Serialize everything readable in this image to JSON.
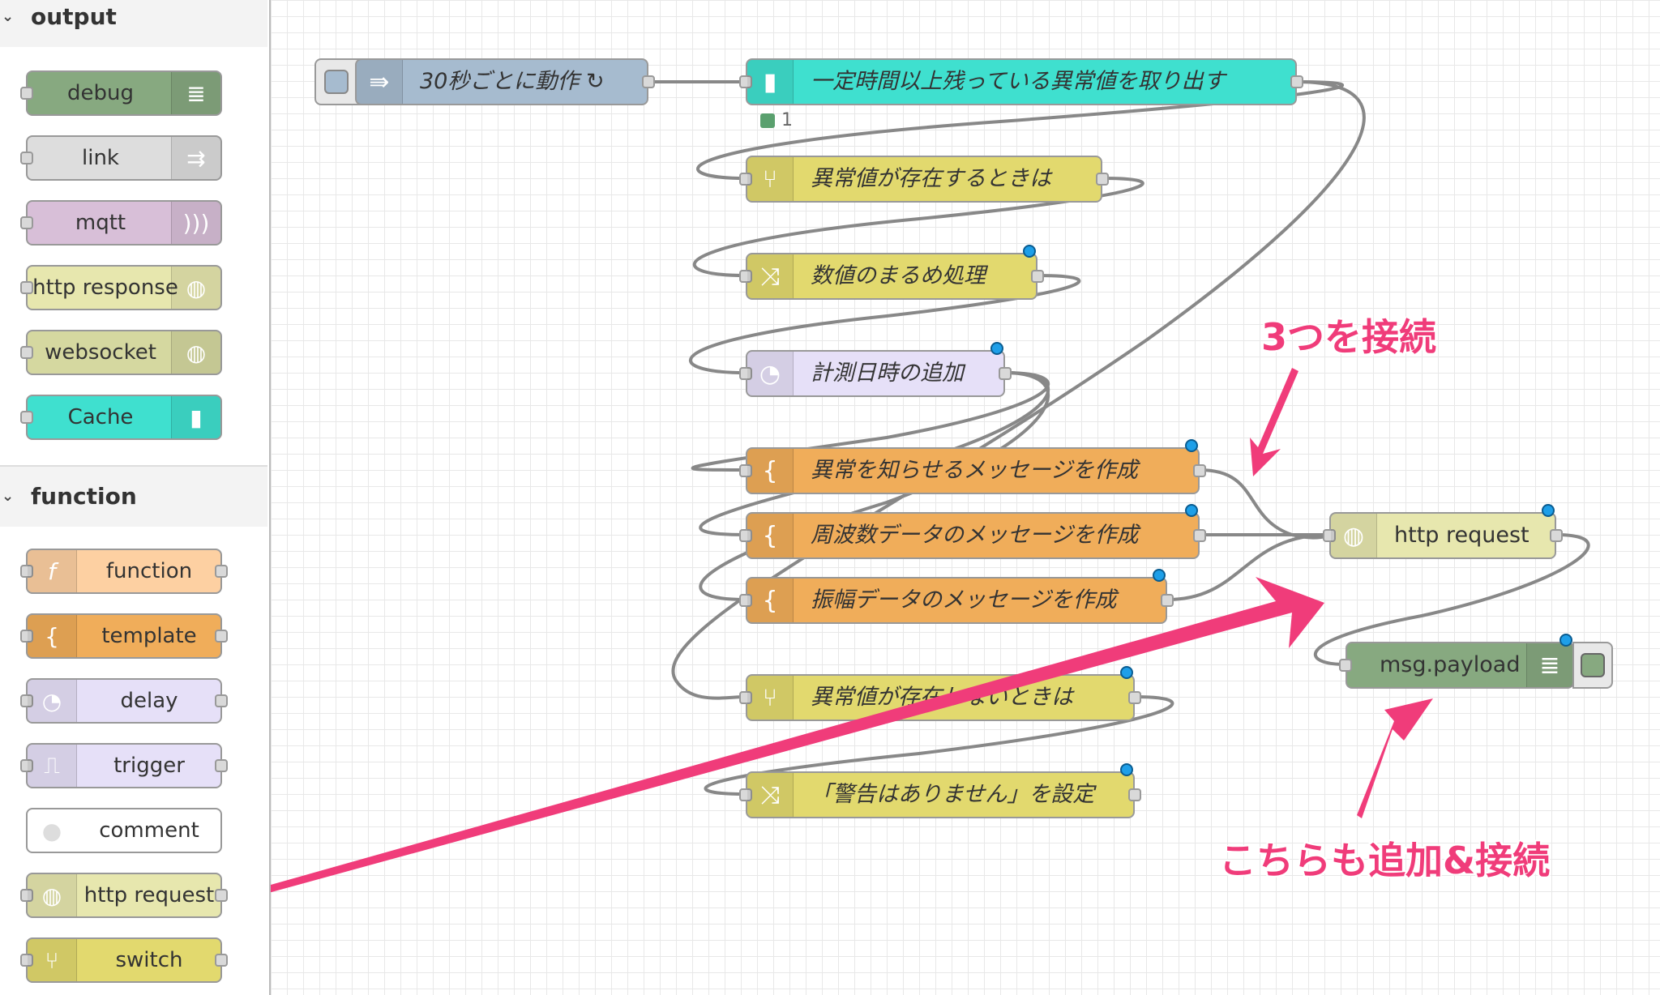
{
  "palette": {
    "output": {
      "title": "output",
      "nodes": [
        {
          "label": "debug",
          "color": "#87a980"
        },
        {
          "label": "link",
          "color": "#dddddd"
        },
        {
          "label": "mqtt",
          "color": "#d8bfd8"
        },
        {
          "label": "http response",
          "color": "#e7e7ae"
        },
        {
          "label": "websocket",
          "color": "#d5d8a0"
        },
        {
          "label": "Cache",
          "color": "#3fe0cf"
        }
      ]
    },
    "function": {
      "title": "function",
      "nodes": [
        {
          "label": "function",
          "color": "#fdd0a2"
        },
        {
          "label": "template",
          "color": "#f0ad5a"
        },
        {
          "label": "delay",
          "color": "#e6e0f8"
        },
        {
          "label": "trigger",
          "color": "#e6e0f8"
        },
        {
          "label": "comment",
          "color": "#ffffff"
        },
        {
          "label": "http request",
          "color": "#e7e7ae"
        },
        {
          "label": "switch",
          "color": "#e2d96e"
        }
      ]
    }
  },
  "flow": {
    "inject": "30秒ごとに動作 ↻",
    "cache": "一定時間以上残っている異常値を取り出す",
    "cache_count": "1",
    "switch1": "異常値が存在するときは",
    "change1": "数値のまるめ処理",
    "delay1": "計測日時の追加",
    "template1": "異常を知らせるメッセージを作成",
    "template2": "周波数データのメッセージを作成",
    "template3": "振幅データのメッセージを作成",
    "switch2": "異常値が存在しないときは",
    "change2": "「警告はありません」を設定",
    "http_request": "http request",
    "debug": "msg.payload"
  },
  "annotations": {
    "connect_three": "3つを接続",
    "add_and_connect": "こちらも追加&接続"
  },
  "colors": {
    "accent": "#f03c7a",
    "badge": "#1e9fe8"
  }
}
